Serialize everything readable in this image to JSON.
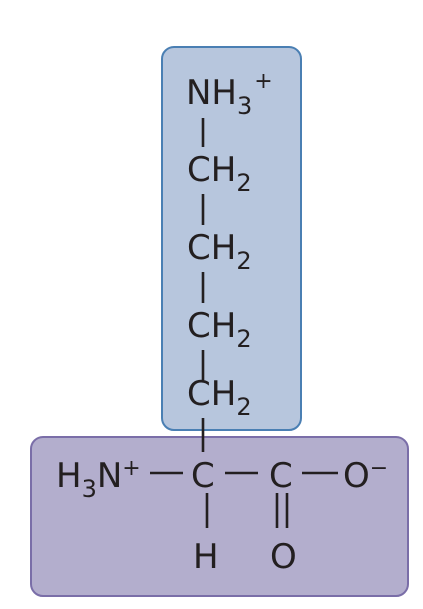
{
  "colors": {
    "side_chain_fill": "#b7c6dd",
    "side_chain_stroke": "#4a7fb3",
    "backbone_fill": "#b3aecd",
    "backbone_stroke": "#7a6ea8",
    "ink": "#231f20"
  },
  "side_chain": {
    "amino_group": {
      "base": "NH",
      "subscript": "3",
      "charge": "+"
    },
    "methylene_groups": [
      {
        "base": "CH",
        "subscript": "2"
      },
      {
        "base": "CH",
        "subscript": "2"
      },
      {
        "base": "CH",
        "subscript": "2"
      },
      {
        "base": "CH",
        "subscript": "2"
      }
    ]
  },
  "backbone": {
    "amine": {
      "h": "H",
      "subscript": "3",
      "n": "N",
      "charge": "+"
    },
    "alpha_carbon": "C",
    "alpha_hydrogen": "H",
    "carboxyl_carbon": "C",
    "carbonyl_oxygen": "O",
    "hydroxyl_oxygen": "O",
    "oxygen_charge": "−"
  }
}
